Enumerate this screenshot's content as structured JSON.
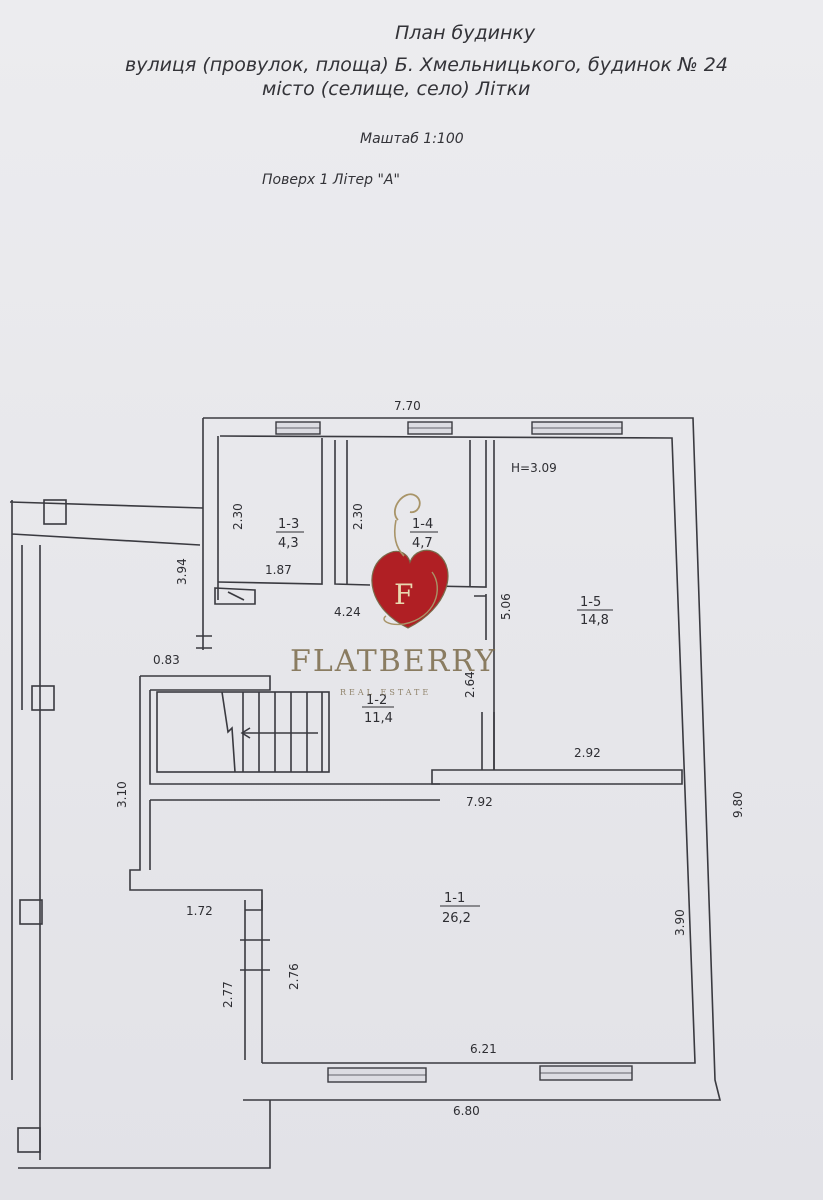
{
  "header": {
    "title": "План будинку",
    "street": "вулиця (провулок, площа) Б. Хмельницького, будинок № 24",
    "city": "місто (селище, село) Літки",
    "scale": "Маштаб 1:100",
    "floor": "Поверх 1 Літер \"А\""
  },
  "dimensions": {
    "top_width": "7.70",
    "ceiling_height": "H=3.09",
    "r13_h": "2.30",
    "r14_h": "2.30",
    "left_394": "3.94",
    "r13_w": "1.87",
    "corridor_w": "4.24",
    "r15_h": "5.06",
    "stair_w": "0.83",
    "r12_h": "2.64",
    "r15_w": "2.92",
    "r11_w": "7.92",
    "total_h": "9.80",
    "left_310": "3.10",
    "r11_h": "3.90",
    "left_172": "1.72",
    "left_277": "2.77",
    "inner_276": "2.76",
    "bottom_inner": "6.21",
    "bottom_outer": "6.80"
  },
  "rooms": [
    {
      "id": "1-3",
      "area": "4,3"
    },
    {
      "id": "1-4",
      "area": "4,7"
    },
    {
      "id": "1-5",
      "area": "14,8"
    },
    {
      "id": "1-2",
      "area": "11,4"
    },
    {
      "id": "1-1",
      "area": "26,2"
    }
  ],
  "watermark": {
    "brand": "FLATBERRY",
    "tagline": "REAL ESTATE",
    "monogram": "F",
    "heart_color": "#b01f24"
  }
}
